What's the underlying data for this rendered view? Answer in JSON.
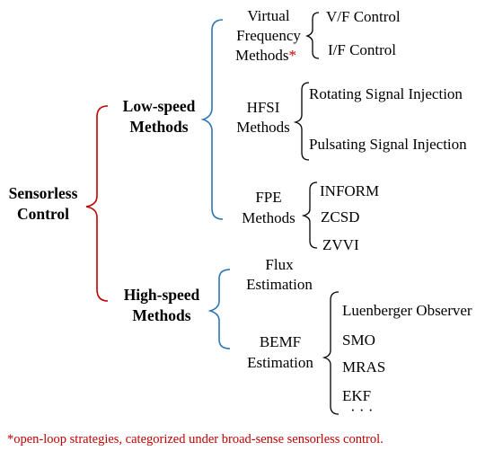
{
  "root": {
    "line1": "Sensorless",
    "line2": "Control"
  },
  "low_speed": {
    "line1": "Low-speed",
    "line2": "Methods",
    "virtual_frequency": {
      "line1": "Virtual",
      "line2": "Frequency",
      "line3": "Methods",
      "asterisk": "*",
      "items": [
        "V/F Control",
        "I/F Control"
      ]
    },
    "hfsi": {
      "line1": "HFSI",
      "line2": "Methods",
      "items": [
        "Rotating Signal Injection",
        "Pulsating Signal Injection"
      ]
    },
    "fpe": {
      "line1": "FPE",
      "line2": "Methods",
      "items": [
        "INFORM",
        "ZCSD",
        "ZVVI"
      ]
    }
  },
  "high_speed": {
    "line1": "High-speed",
    "line2": "Methods",
    "flux": {
      "line1": "Flux",
      "line2": "Estimation"
    },
    "bemf": {
      "line1": "BEMF",
      "line2": "Estimation",
      "items": [
        "Luenberger Observer",
        "SMO",
        "MRAS",
        "EKF"
      ],
      "ellipsis": "· · ·"
    }
  },
  "footnote": "*open-loop strategies, categorized under broad-sense sensorless control.",
  "colors": {
    "red_bracket": "#c00000",
    "blue_bracket": "#2e75b6",
    "black_bracket": "#000000",
    "footnote_text": "#c00000"
  }
}
